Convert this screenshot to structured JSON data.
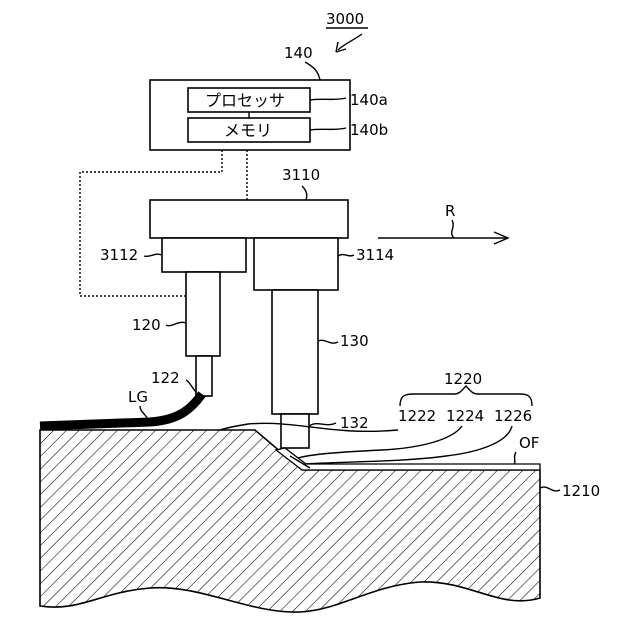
{
  "figure": {
    "number": "3000",
    "controller": {
      "ref": "140",
      "processor": {
        "label": "プロセッサ",
        "ref": "140a"
      },
      "memory": {
        "label": "メモリ",
        "ref": "140b"
      }
    },
    "head": {
      "ref": "3110",
      "left_mount_ref": "3112",
      "right_mount_ref": "3114"
    },
    "laser_unit_ref": "120",
    "laser_tip_ref": "122",
    "light_guide_label": "LG",
    "nozzle_ref": "130",
    "nozzle_tip_ref": "132",
    "direction_label": "R",
    "layer_group_ref": "1220",
    "layer_refs": [
      "1222",
      "1224",
      "1226"
    ],
    "film_label": "OF",
    "substrate_ref": "1210"
  }
}
